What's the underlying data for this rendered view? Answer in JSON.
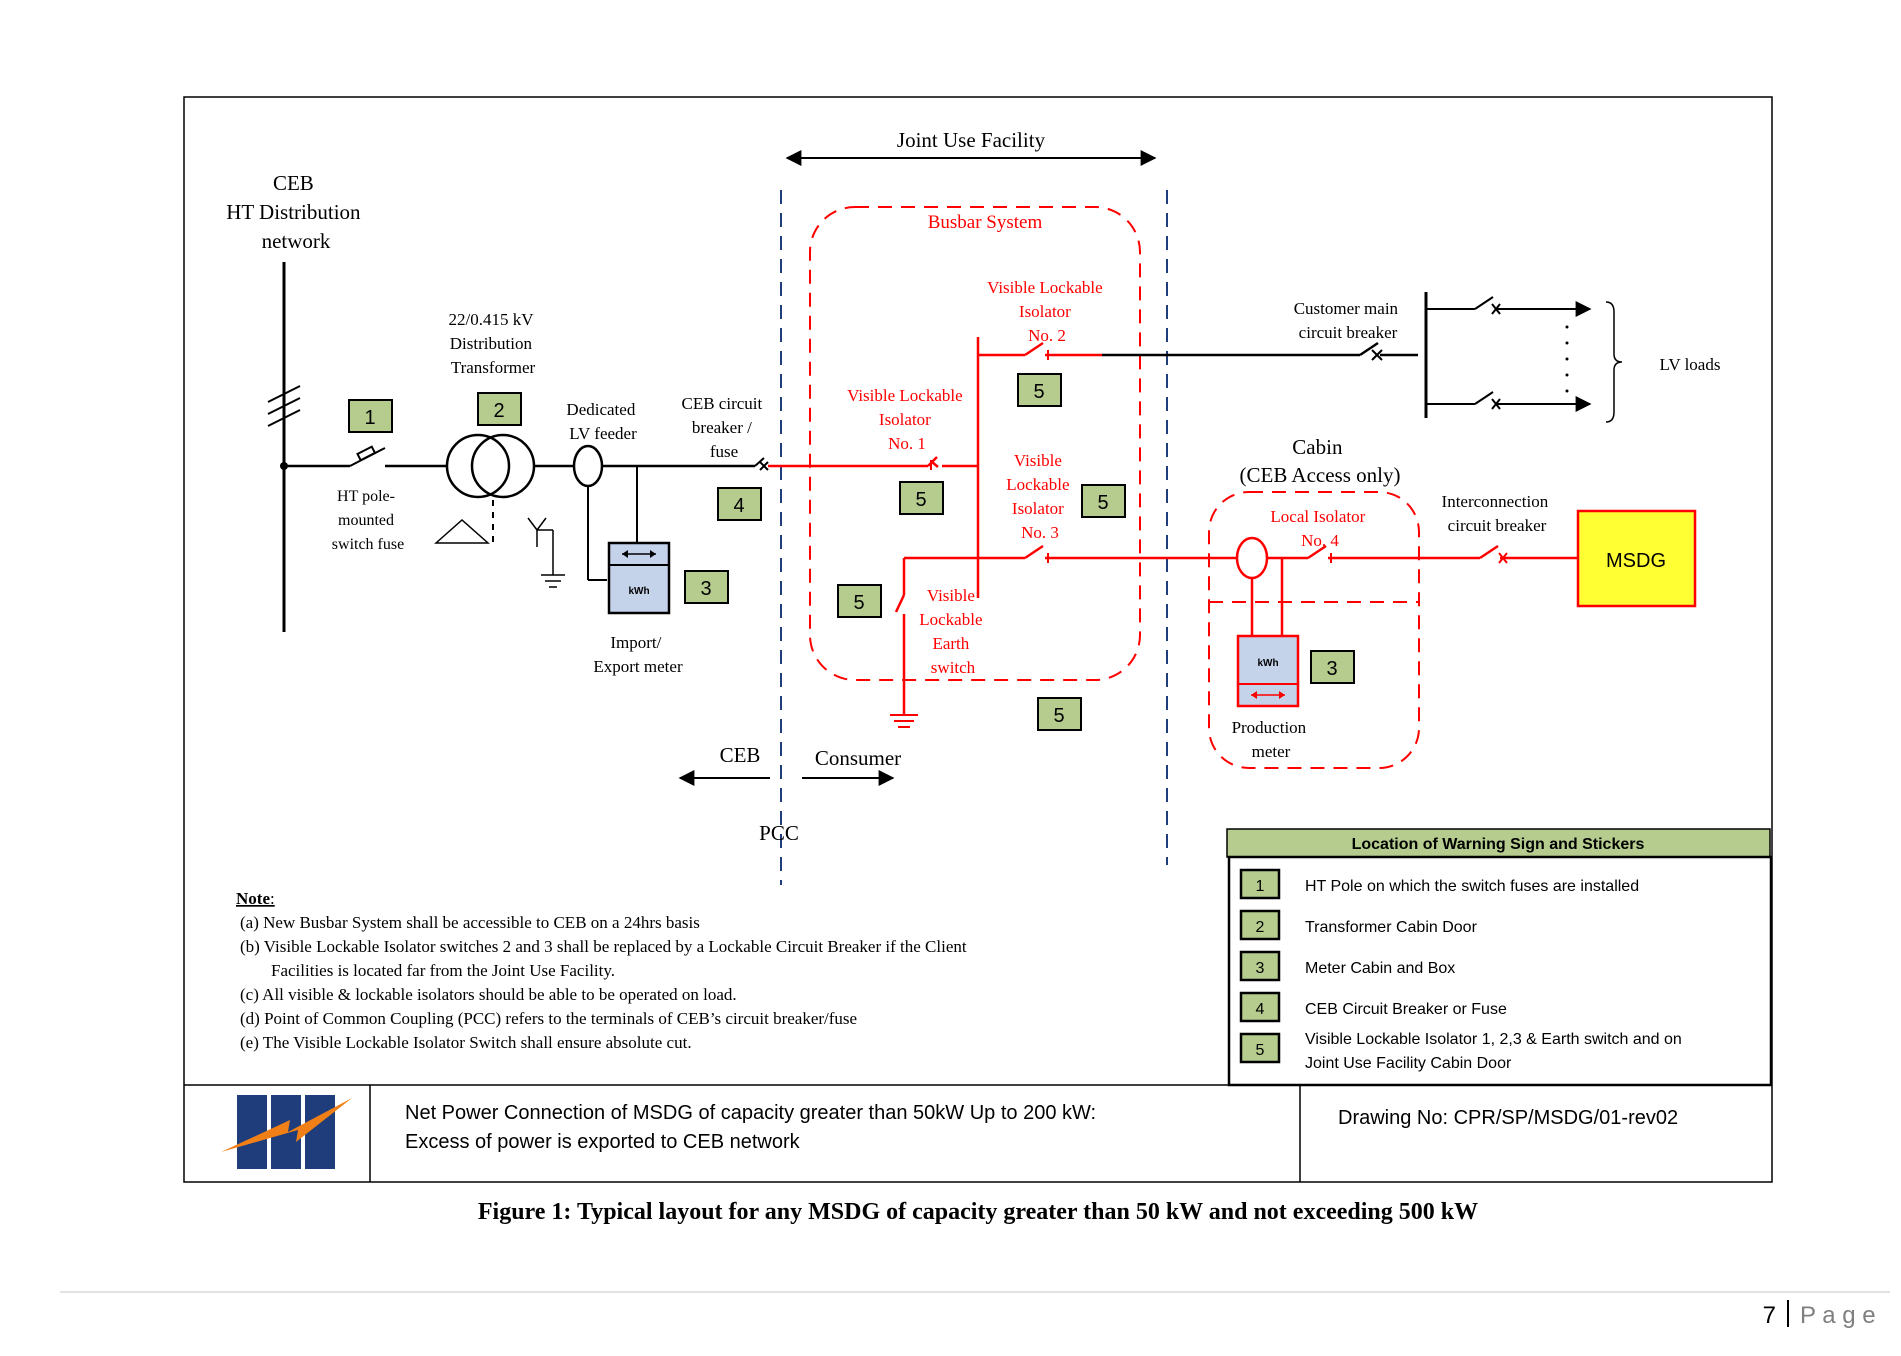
{
  "labels": {
    "joint_use_facility": "Joint Use Facility",
    "ceb_network": [
      "CEB",
      "HT Distribution",
      "network"
    ],
    "transformer": [
      "22/0.415 kV",
      "Distribution",
      "Transformer"
    ],
    "dedicated_feeder": [
      "Dedicated",
      "LV feeder"
    ],
    "ceb_breaker": [
      "CEB circuit",
      "breaker /",
      "fuse"
    ],
    "ht_fuse": [
      "HT pole-",
      "mounted",
      "switch fuse"
    ],
    "import_meter": [
      "Import/",
      "Export meter"
    ],
    "kwh": "kWh",
    "busbar_system": "Busbar System",
    "isolator2": [
      "Visible Lockable",
      "Isolator",
      "No. 2"
    ],
    "isolator1": [
      "Visible Lockable",
      "Isolator",
      "No. 1"
    ],
    "isolator3": [
      "Visible",
      "Lockable",
      "Isolator",
      "No. 3"
    ],
    "earth_switch": [
      "Visible",
      "Lockable",
      "Earth",
      "switch"
    ],
    "customer_breaker": [
      "Customer main",
      "circuit breaker"
    ],
    "lv_loads": "LV loads",
    "cabin": [
      "Cabin",
      "(CEB Access only)"
    ],
    "local_isolator": [
      "Local Isolator",
      "No. 4"
    ],
    "interconnection_breaker": [
      "Interconnection",
      "circuit breaker"
    ],
    "msdg": "MSDG",
    "production_meter": [
      "Production",
      "meter"
    ],
    "ceb_side": "CEB",
    "consumer_side": "Consumer",
    "pcc": "PCC"
  },
  "markers": {
    "m1": "1",
    "m2": "2",
    "m3a": "3",
    "m3b": "3",
    "m4": "4",
    "m5a": "5",
    "m5b": "5",
    "m5c": "5",
    "m5d": "5",
    "m5e": "5"
  },
  "notes": {
    "heading": "Note",
    "items": [
      "(a) New Busbar System shall be accessible to CEB on a 24hrs basis",
      "(b) Visible Lockable Isolator switches 2 and 3 shall be replaced by a Lockable Circuit Breaker if the Client",
      "Facilities is located far from the Joint Use Facility.",
      "(c) All visible & lockable isolators should be able to be operated on load.",
      "(d) Point of Common Coupling (PCC) refers to the terminals of CEB’s circuit breaker/fuse",
      "(e) The Visible Lockable Isolator Switch shall ensure absolute cut."
    ]
  },
  "legend": {
    "title": "Location of Warning Sign and Stickers",
    "rows": [
      {
        "num": "1",
        "text": "HT Pole on which the switch fuses are installed"
      },
      {
        "num": "2",
        "text": "Transformer Cabin Door"
      },
      {
        "num": "3",
        "text": "Meter Cabin and Box"
      },
      {
        "num": "4",
        "text": "CEB Circuit Breaker  or Fuse"
      },
      {
        "num": "5",
        "text": "Visible Lockable Isolator 1, 2,3 & Earth switch and on",
        "text2": "Joint Use Facility Cabin Door"
      }
    ]
  },
  "footer": {
    "title_line1": "Net Power Connection of  MSDG of capacity greater than 50kW Up to 200 kW:",
    "title_line2": "Excess of power is exported to CEB network",
    "drawing_no": "Drawing No: CPR/SP/MSDG/01-rev02"
  },
  "caption": "Figure 1: Typical layout for any MSDG of capacity greater than 50 kW and not exceeding 500 kW",
  "page": {
    "number": "7",
    "label": "P a g e"
  },
  "colors": {
    "red": "#ff0000",
    "black": "#000000",
    "marker_fill": "#b5cc8e",
    "msdg_fill": "#ffff33",
    "meter_fill": "#c5d3ea",
    "navy": "#1f3d7a",
    "logo_orange": "#f07f17"
  }
}
